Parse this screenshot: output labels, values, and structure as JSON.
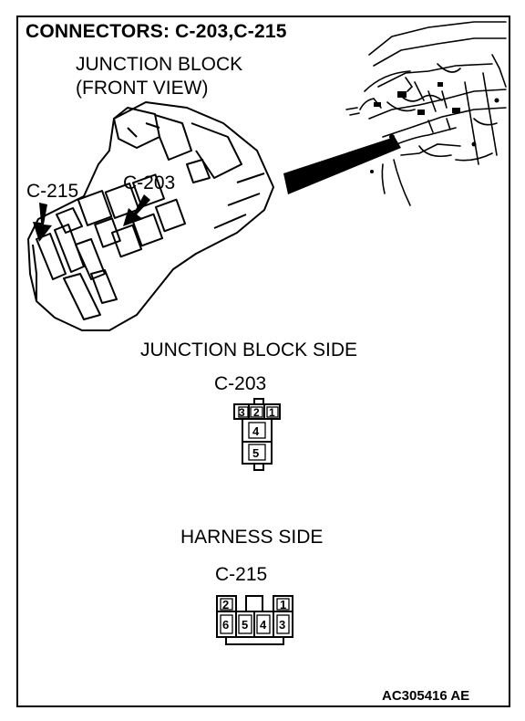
{
  "header": {
    "title": "CONNECTORS: C-203,C-215"
  },
  "view": {
    "heading_line1": "JUNCTION BLOCK",
    "heading_line2": "(FRONT VIEW)",
    "callout_left": "C-215",
    "callout_right": "C-203"
  },
  "junction_side": {
    "heading": "JUNCTION BLOCK SIDE",
    "connector_name": "C-203",
    "pins": [
      "3",
      "2",
      "1",
      "4",
      "5"
    ]
  },
  "harness_side": {
    "heading": "HARNESS SIDE",
    "connector_name": "C-215",
    "pins_top": [
      "2",
      "1"
    ],
    "pins_bottom": [
      "6",
      "5",
      "4",
      "3"
    ]
  },
  "footer": {
    "figure_code": "AC305416 AE"
  }
}
